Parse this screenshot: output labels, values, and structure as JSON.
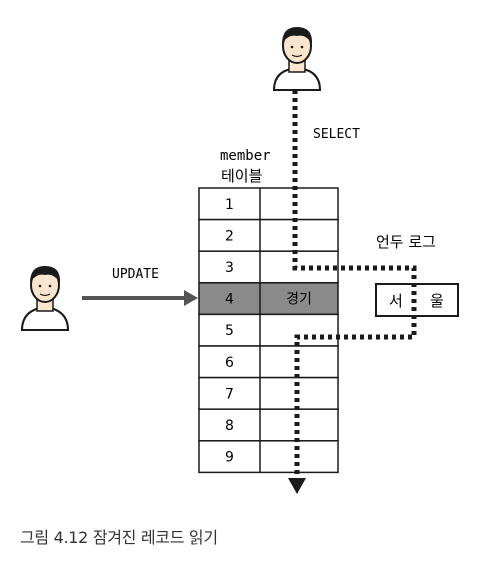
{
  "select_label": "SELECT",
  "update_label": "UPDATE",
  "table_name": "member",
  "table_caption": "테이블",
  "undo_log_label": "언두 로그",
  "rows": [
    {
      "id": "1",
      "value": ""
    },
    {
      "id": "2",
      "value": ""
    },
    {
      "id": "3",
      "value": ""
    },
    {
      "id": "4",
      "value": "경기",
      "locked": true
    },
    {
      "id": "5",
      "value": ""
    },
    {
      "id": "6",
      "value": ""
    },
    {
      "id": "7",
      "value": ""
    },
    {
      "id": "8",
      "value": ""
    },
    {
      "id": "9",
      "value": ""
    }
  ],
  "undo_log_values": [
    "서",
    "울"
  ],
  "figure_caption": "그림 4.12 잠겨진 레코드 읽기",
  "colors": {
    "locked_row": "#8a8a8a",
    "line": "#1a1a1a",
    "skin": "#fbe5cf",
    "hair": "#1a1a1a"
  }
}
